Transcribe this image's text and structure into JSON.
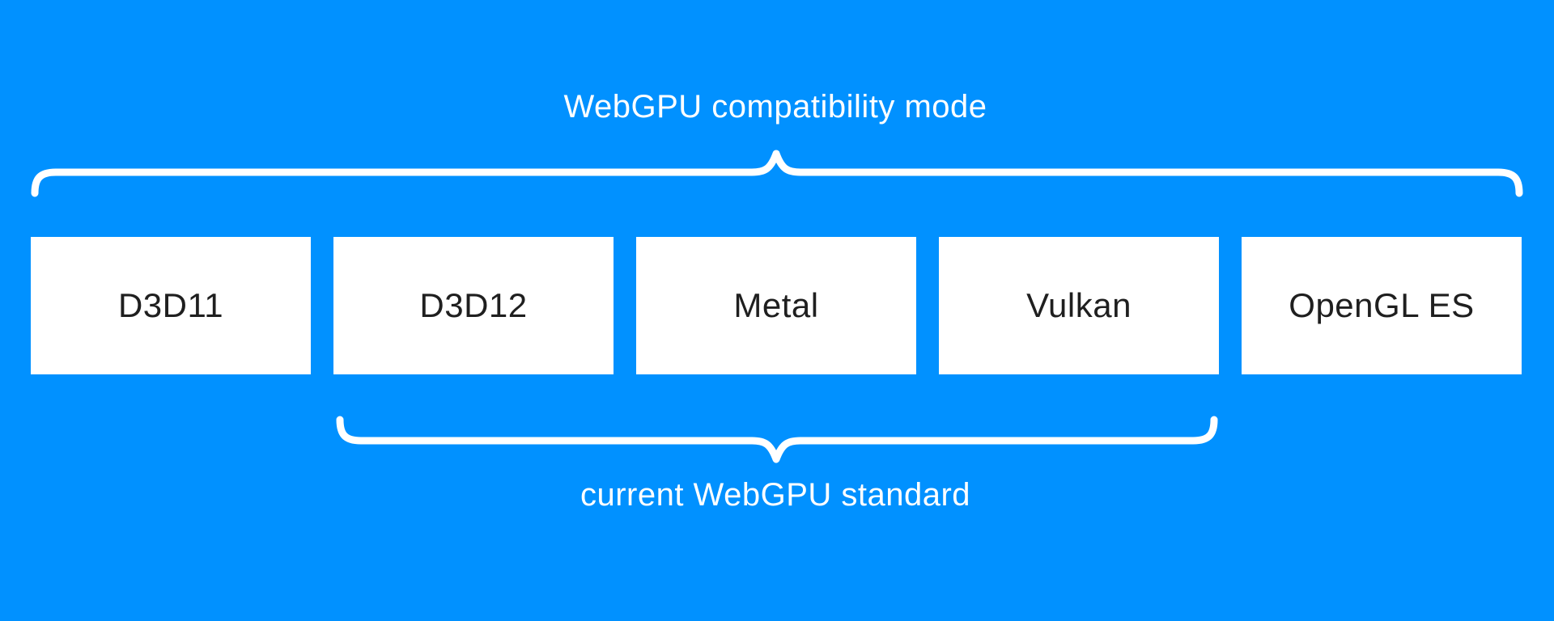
{
  "diagram": {
    "top_label": "WebGPU compatibility mode",
    "bottom_label": "current WebGPU standard",
    "boxes": [
      {
        "label": "D3D11"
      },
      {
        "label": "D3D12"
      },
      {
        "label": "Metal"
      },
      {
        "label": "Vulkan"
      },
      {
        "label": "OpenGL ES"
      }
    ],
    "top_brace_spans": [
      "D3D11",
      "D3D12",
      "Metal",
      "Vulkan",
      "OpenGL ES"
    ],
    "bottom_brace_spans": [
      "D3D12",
      "Metal",
      "Vulkan"
    ],
    "colors": {
      "background": "#0191ff",
      "box_fill": "#ffffff",
      "box_text": "#1f1f1f",
      "label_text": "#ffffff",
      "brace_stroke": "#ffffff"
    }
  }
}
